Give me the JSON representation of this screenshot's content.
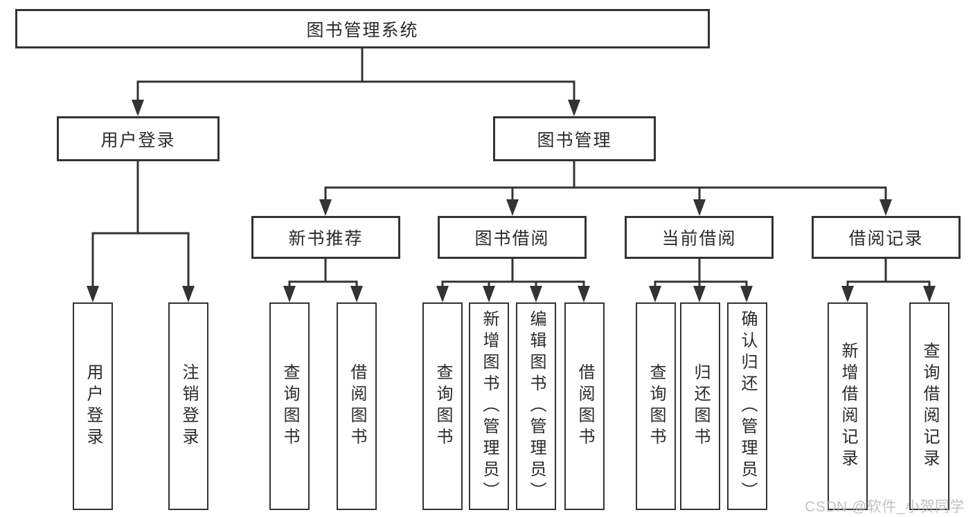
{
  "colors": {
    "line": "#333333",
    "box_border": "#333333",
    "text": "#2a2a2a",
    "background": "#ffffff",
    "watermark": "#b7b7b7"
  },
  "tree": {
    "root": {
      "label": "图书管理系统"
    },
    "level2": [
      {
        "label": "用户登录"
      },
      {
        "label": "图书管理"
      }
    ],
    "level3": [
      {
        "label": "新书推荐"
      },
      {
        "label": "图书借阅"
      },
      {
        "label": "当前借阅"
      },
      {
        "label": "借阅记录"
      }
    ],
    "leaves": {
      "user_login": [
        {
          "label": "用户登录"
        },
        {
          "label": "注销登录"
        }
      ],
      "new_book": [
        {
          "label": "查询图书"
        },
        {
          "label": "借阅图书"
        }
      ],
      "book_borrow": [
        {
          "label": "查询图书"
        },
        {
          "label": "新增图书（管理员）"
        },
        {
          "label": "编辑图书（管理员）"
        },
        {
          "label": "借阅图书"
        }
      ],
      "current_borrow": [
        {
          "label": "查询图书"
        },
        {
          "label": "归还图书"
        },
        {
          "label": "确认归还（管理员）"
        }
      ],
      "borrow_records": [
        {
          "label": "新增借阅记录"
        },
        {
          "label": "查询借阅记录"
        }
      ]
    }
  },
  "watermark": {
    "text": "CSDN @软件_小贺同学"
  }
}
